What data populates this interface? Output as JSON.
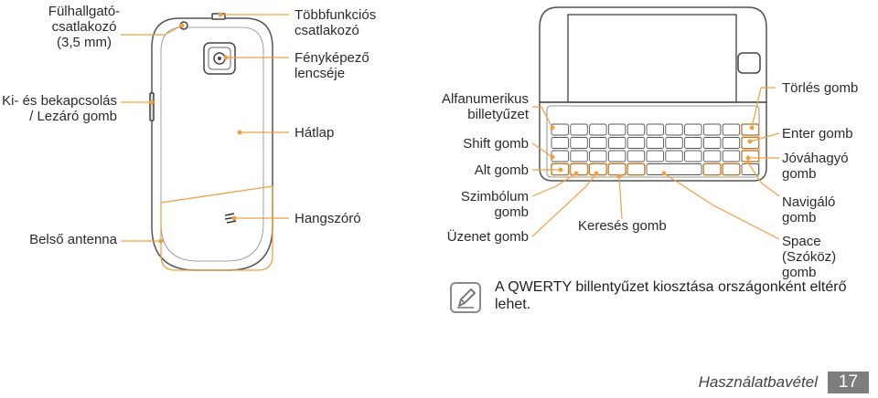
{
  "left_labels": {
    "headphone_jack": "Fülhallgató-\ncsatlakozó\n(3,5 mm)",
    "power_lock_key": "Ki- és bekapcsolás\n/ Lezáró gomb",
    "internal_antenna": "Belső antenna"
  },
  "middle_labels": {
    "multifunction_jack": "Többfunkciós\ncsatlakozó",
    "camera_lens": "Fényképező\nlencséje",
    "back_cover": "Hátlap",
    "speaker": "Hangszóró"
  },
  "keyboard_left_labels": {
    "alphanumeric_keyboard": "Alfanumerikus\nbilletyűzet",
    "shift_key": "Shift gomb",
    "alt_key": "Alt gomb",
    "symbol_key": "Szimbólum\ngomb",
    "message_key": "Üzenet gomb"
  },
  "keyboard_bottom_labels": {
    "search_key": "Keresés gomb"
  },
  "keyboard_right_labels": {
    "delete_key": "Törlés gomb",
    "enter_key": "Enter gomb",
    "confirm_key": "Jóváhagyó\ngomb",
    "navigation_key": "Navigáló\ngomb",
    "space_key": "Space (Szóköz)\ngomb"
  },
  "note": {
    "icon": "note-pencil-icon",
    "text": "A QWERTY billentyűzet kiosztása országonként eltérő lehet."
  },
  "footer": {
    "section": "Használatbavétel",
    "page_number": "17"
  },
  "colors": {
    "callout": "#f0a040",
    "device_outline": "#555555",
    "page_badge": "#7d7d7d"
  }
}
